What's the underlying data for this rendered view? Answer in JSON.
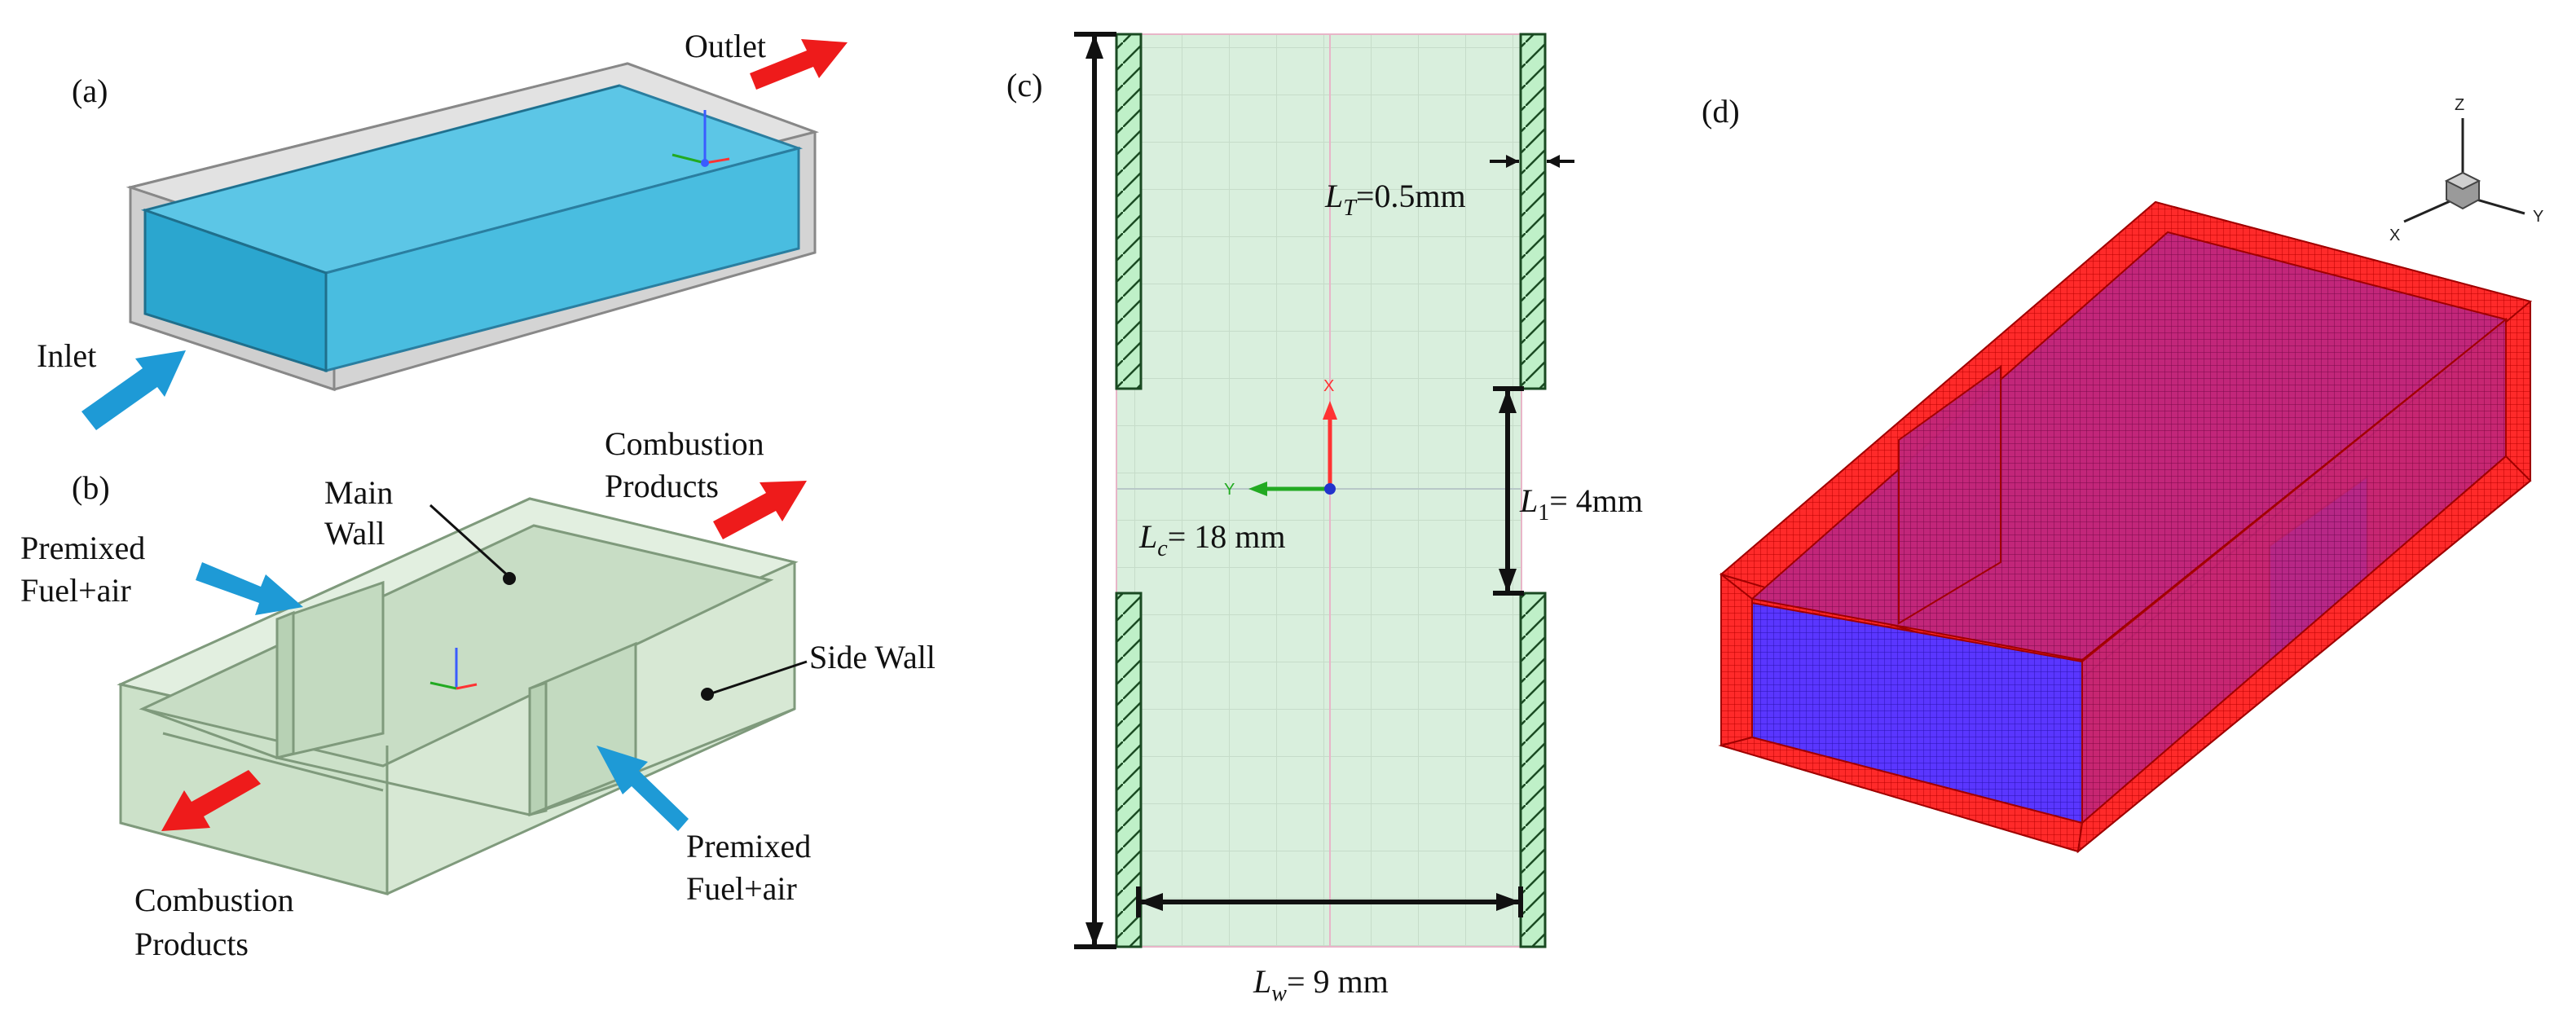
{
  "panels": {
    "a": {
      "label": "(a)",
      "outlet": "Outlet",
      "inlet": "Inlet",
      "colors": {
        "flow": "#3cb8dc",
        "shell": "#c8c8c8",
        "outlet_arrow": "#ee1b1b",
        "inlet_arrow": "#1e9ad6"
      }
    },
    "b": {
      "label": "(b)",
      "combustion_top_1": "Combustion",
      "combustion_top_2": "Products",
      "premixed_left_1": "Premixed",
      "premixed_left_2": "Fuel+air",
      "main_wall_1": "Main",
      "main_wall_2": "Wall",
      "side_wall": "Side Wall",
      "premixed_right_1": "Premixed",
      "premixed_right_2": "Fuel+air",
      "combustion_bottom_1": "Combustion",
      "combustion_bottom_2": "Products",
      "colors": {
        "body": "#cfe3cc",
        "edge": "#7f9a7c"
      }
    },
    "c": {
      "label": "(c)",
      "lt": "0.5mm",
      "l1": "= 4mm",
      "lc": "= 18 mm",
      "lw": "= 9 mm",
      "lt_symbol": "L",
      "lt_sub": "T",
      "l1_symbol": "L",
      "l1_sub": "1",
      "lc_symbol": "L",
      "lc_sub": "c",
      "lw_symbol": "L",
      "lw_sub": "w",
      "lt_eq": "=",
      "axis_x": "X",
      "axis_y": "Y",
      "colors": {
        "fluid": "#d9efdd",
        "wall": "#bff0c8"
      }
    },
    "d": {
      "label": "(d)",
      "axis_z": "Z",
      "axis_x": "X",
      "axis_y": "Y",
      "colors": {
        "solid_mesh": "#ff1a1a",
        "fluid_mesh": "#4b2bff"
      }
    }
  }
}
